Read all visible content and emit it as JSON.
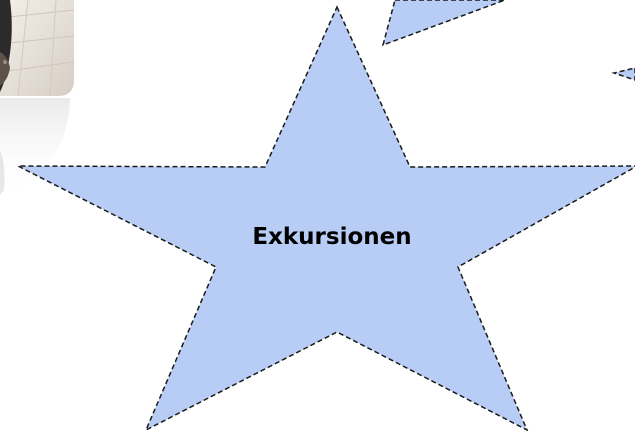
{
  "slide": {
    "star_label": "Exkursionen"
  },
  "colors": {
    "star_fill": "#b8cdf5",
    "star_stroke": "#1a1a1a",
    "floor_light": "#ebe7e2",
    "floor_dark": "#7a6a5c"
  },
  "icons": {
    "photo": "photo-thumbnail",
    "main_shape": "star-shape"
  }
}
